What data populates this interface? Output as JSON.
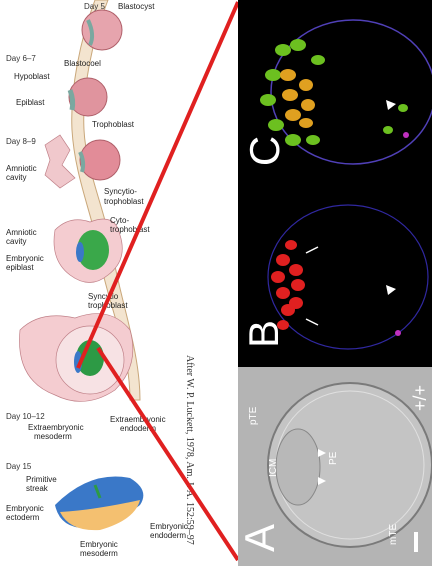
{
  "left_diagram": {
    "stages": [
      {
        "day": "Day 5",
        "labels": [
          "Blastocyst"
        ]
      },
      {
        "day": "Day 6–7",
        "labels": [
          "Blastocoel",
          "Hypoblast",
          "Epiblast",
          "Trophoblast"
        ]
      },
      {
        "day": "Day 8–9",
        "labels": [
          "Amniotic cavity",
          "Syncytio- trophoblast"
        ]
      },
      {
        "day": "",
        "labels": [
          "Cyto- trophoblast",
          "Amniotic cavity",
          "Embryonic epiblast",
          "Syncytio trophoblast"
        ]
      },
      {
        "day": "Day 10–12",
        "labels": [
          "Extraembryonic mesoderm",
          "Extraembryonic endoderm"
        ]
      },
      {
        "day": "Day 15",
        "labels": [
          "Primitive streak",
          "Embryonic ectoderm",
          "Embryonic mesoderm",
          "Embryonic endoderm"
        ]
      }
    ],
    "credit": "After W. P. Luckett, 1978, Am. J. A. 152:59–97"
  },
  "text": {
    "day5": "Day 5",
    "blastocyst": "Blastocyst",
    "day67": "Day 6–7",
    "blastocoel": "Blastocoel",
    "hypoblast": "Hypoblast",
    "epiblast": "Epiblast",
    "trophoblast": "Trophoblast",
    "day89": "Day 8–9",
    "amniotic1": "Amniotic",
    "cavity1": "cavity",
    "syncytio1": "Syncytio-",
    "trophoblast1": "trophoblast",
    "cyto": "Cyto-",
    "cytotroph": "trophoblast",
    "amniotic2": "Amniotic",
    "cavity2": "cavity",
    "embryonic": "Embryonic",
    "epiblast2": "epiblast",
    "syncytio2": "Syncytio",
    "trophoblast2": "trophoblast",
    "day1012": "Day 10–12",
    "extra1": "Extraembryonic",
    "mesoderm1": "mesoderm",
    "extra2": "Extraembryonic",
    "endoderm1": "endoderm",
    "day15": "Day 15",
    "primitive": "Primitive",
    "streak": "streak",
    "embryonic_ect": "Embryonic",
    "ectoderm": "ectoderm",
    "embryonic_end": "Embryonic",
    "endoderm2": "endoderm",
    "embryonic_mes": "Embryonic",
    "mesoderm2": "mesoderm"
  },
  "panels": {
    "A": {
      "letter": "A",
      "labels": [
        "+/+",
        "pTE",
        "ICM",
        "PE",
        "mTE"
      ]
    },
    "B": {
      "letter": "B"
    },
    "C": {
      "letter": "C"
    }
  },
  "colors": {
    "accent_red": "#e02020",
    "panel_bg": "#000000",
    "tissue_pink": "#e8b0b8",
    "embryo_green": "#3aa84a",
    "embryo_blue": "#3a78c8"
  }
}
